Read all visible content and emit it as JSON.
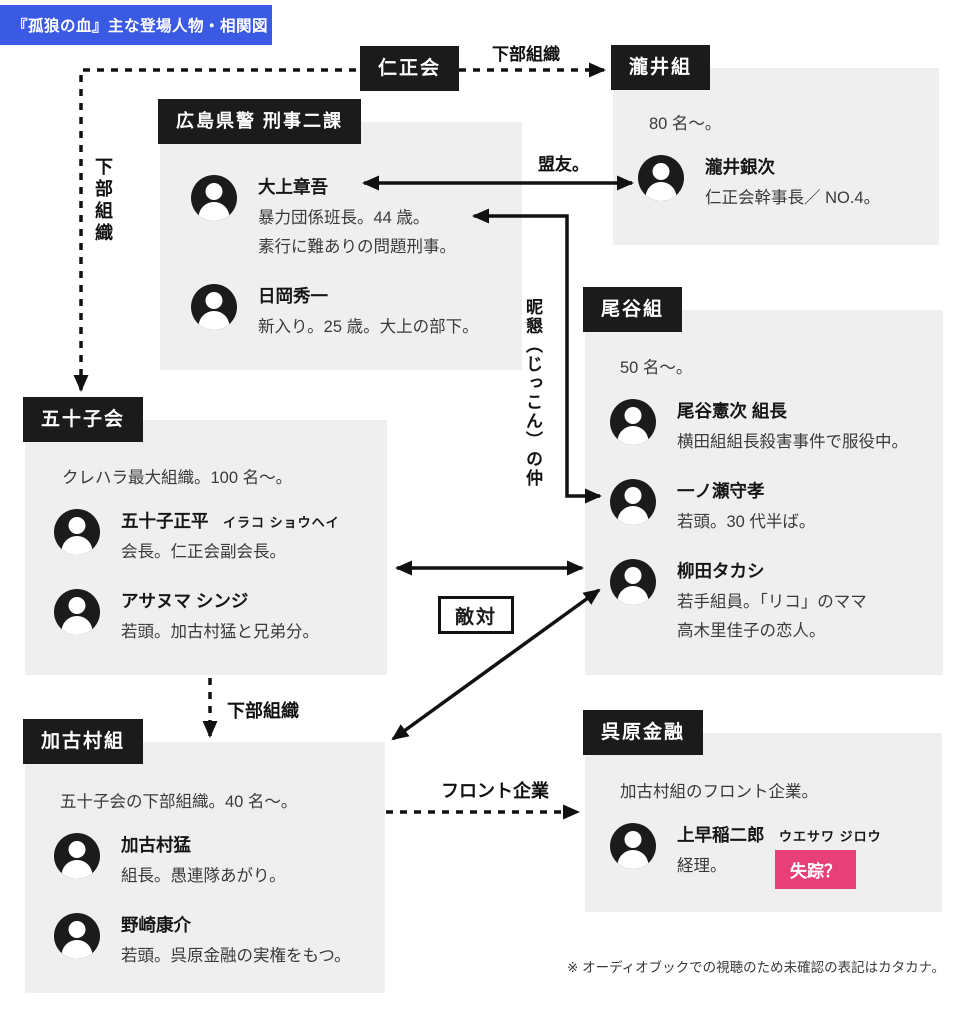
{
  "title": "『孤狼の血』主な登場人物・相関図",
  "colors": {
    "accent_blue": "#3B5AE4",
    "badge_pink": "#E73F77",
    "box_black": "#1B1B1B",
    "panel_gray": "#EFEFEF"
  },
  "labels": {
    "subordinate": "下部組織",
    "front_company": "フロント企業",
    "sworn_ally": "盟友。",
    "close_relation": "昵懇（じっこん）の仲",
    "rivalry": "敵対"
  },
  "footnote": "※ オーディオブックでの視聴のため未確認の表記はカタカナ。",
  "orgs": {
    "jinseikai": {
      "name": "仁正会"
    },
    "takii": {
      "name": "瀧井組",
      "intro": "80 名〜。",
      "members": [
        {
          "name": "瀧井銀次",
          "desc": [
            "仁正会幹事長／ NO.4。"
          ]
        }
      ]
    },
    "police": {
      "name": "広島県警 刑事二課",
      "members": [
        {
          "name": "大上章吾",
          "desc": [
            "暴力団係班長。44 歳。",
            "素行に難ありの問題刑事。"
          ]
        },
        {
          "name": "日岡秀一",
          "desc": [
            "新入り。25 歳。大上の部下。"
          ]
        }
      ]
    },
    "odani": {
      "name": "尾谷組",
      "intro": "50 名〜。",
      "members": [
        {
          "name": "尾谷憲次 組長",
          "desc": [
            "横田組組長殺害事件で服役中。"
          ]
        },
        {
          "name": "一ノ瀬守孝",
          "desc": [
            "若頭。30 代半ば。"
          ]
        },
        {
          "name": "柳田タカシ",
          "desc": [
            "若手組員。「リコ」のママ",
            "高木里佳子の恋人。"
          ]
        }
      ]
    },
    "irako": {
      "name": "五十子会",
      "intro": "クレハラ最大組織。100 名〜。",
      "members": [
        {
          "name": "五十子正平",
          "ruby": "イラコ ショウヘイ",
          "desc": [
            "会長。仁正会副会長。"
          ]
        },
        {
          "name": "アサヌマ シンジ",
          "desc": [
            "若頭。加古村猛と兄弟分。"
          ]
        }
      ]
    },
    "kakomura": {
      "name": "加古村組",
      "intro": "五十子会の下部組織。40 名〜。",
      "members": [
        {
          "name": "加古村猛",
          "desc": [
            "組長。愚連隊あがり。"
          ]
        },
        {
          "name": "野崎康介",
          "desc": [
            "若頭。呉原金融の実権をもつ。"
          ]
        }
      ]
    },
    "kurehara": {
      "name": "呉原金融",
      "intro": "加古村組のフロント企業。",
      "members": [
        {
          "name": "上早稲二郎",
          "ruby": "ウエサワ ジロウ",
          "desc": [
            "経理。"
          ],
          "badge": "失踪？"
        }
      ]
    }
  }
}
